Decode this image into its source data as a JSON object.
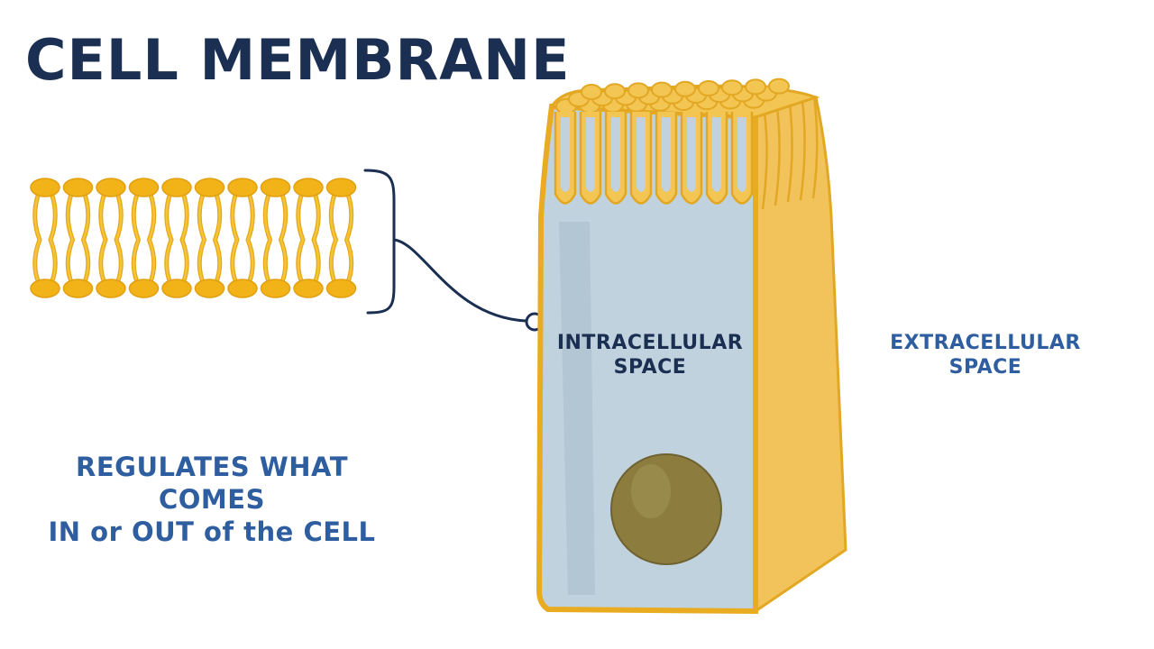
{
  "title": "CELL MEMBRANE",
  "labels": {
    "intracellular_line1": "INTRACELLULAR",
    "intracellular_line2": "SPACE",
    "extracellular_line1": "EXTRACELLULAR",
    "extracellular_line2": "SPACE"
  },
  "caption": {
    "line1": "REGULATES WHAT COMES",
    "line2": "IN or OUT of the CELL"
  },
  "colors": {
    "title": "#1b2f52",
    "accent_text": "#2e5da0",
    "lipid_head": "#f2b318",
    "lipid_tail": "#f4c43a",
    "membrane": "#f3c552",
    "cytoplasm": "#bfd2de",
    "nucleus": "#8c7d3f",
    "line": "#1b2f52"
  }
}
